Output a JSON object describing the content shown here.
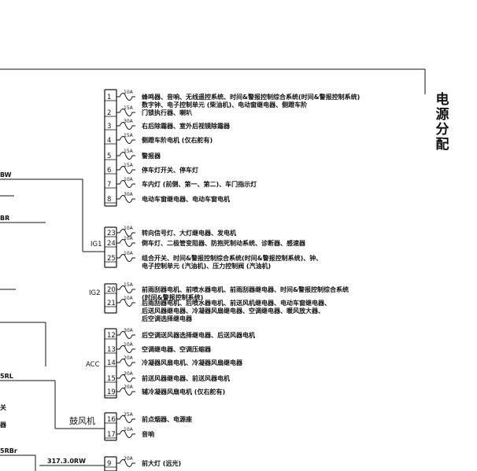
{
  "title": "电源分配",
  "left_edge_labels": [
    "BW",
    "BR",
    "5RL",
    "关",
    "器",
    "5RBr"
  ],
  "bottom_wire_label": "317.3.0RW",
  "groups": [
    {
      "label": "",
      "fuses": [
        {
          "num": "1",
          "amp": "10A",
          "lines": [
            "蜂鸣器、音响、无线遥控系统、时间&警报控制综合系统(时间&警报控制系统)",
            "数字钟、电子控制单元 (柴油机)、电动窗继电器、侧蹬车阶"
          ]
        },
        {
          "num": "2",
          "amp": "15A",
          "lines": [
            "门锁执行器、喇叭"
          ]
        },
        {
          "num": "3",
          "amp": "30A",
          "lines": [
            "右后除霜器、室外后视镜除霜器"
          ]
        },
        {
          "num": "4",
          "amp": "15A",
          "lines": [
            "侧蹬车阶电机 (仅右舵有)"
          ]
        },
        {
          "num": "5",
          "amp": "15A",
          "lines": [
            "警报器"
          ]
        },
        {
          "num": "6",
          "amp": "15A",
          "lines": [
            "停车灯开关、停车灯"
          ]
        },
        {
          "num": "7",
          "amp": "10A",
          "lines": [
            "车内灯 (前侧、第一、第二)、车门指示灯"
          ]
        },
        {
          "num": "8",
          "amp": "30A",
          "lines": [
            "电动车窗继电器、电动车窗电机"
          ]
        }
      ]
    },
    {
      "label": "IG1",
      "fuses": [
        {
          "num": "23",
          "amp": "10A",
          "lines": [
            "转向信号灯、大灯继电器、发电机"
          ]
        },
        {
          "num": "24",
          "amp": "10A",
          "lines": [
            "倒车灯、二极管变阻器、防抱死制动系统、诊断器、感速器"
          ]
        },
        {
          "num": "25",
          "amp": "10A",
          "lines": [
            "组合开关、时间&警报控制综合系统(时间&警报控制系统)、钟、",
            "电子控制单元 (汽油机)、压力控制阀 (汽油机)"
          ]
        }
      ]
    },
    {
      "label": "IG2",
      "fuses": [
        {
          "num": "20",
          "amp": "15A",
          "lines": [
            "前雨刮器电机、前喷水器电机、前雨刮器继电器、时间&警报控制综合系统",
            "(时间&警报控制系统)"
          ]
        },
        {
          "num": "21",
          "amp": "10A",
          "lines": [
            "后雨刮器电机、后喷水器电机、前送风机继电器、电动车窗继电器、",
            "后送风器继电器、冷凝器风扇继电器、空调继电器、暖风放大器、",
            "后空调选择继电器"
          ]
        }
      ]
    },
    {
      "label": "ACC",
      "fuses": [
        {
          "num": "12",
          "amp": "30A",
          "lines": [
            "后空调送风器选择继电器、后送风器电机"
          ]
        },
        {
          "num": "13",
          "amp": "10A",
          "lines": [
            "空调继电器、空调压缩器"
          ]
        },
        {
          "num": "14",
          "amp": "20A",
          "lines": [
            "冷凝器风扇电机、冷凝器风扇继电器"
          ]
        },
        {
          "num": "15",
          "amp": "20A",
          "lines": [
            "前送风器继电器、前送风器电机"
          ]
        },
        {
          "num": "19",
          "amp": "20A",
          "lines": [
            "辅冷凝器风扇电机 (仅右舵有)"
          ]
        }
      ]
    },
    {
      "label": "鼓风机",
      "fuses": [
        {
          "num": "16",
          "amp": "25A",
          "lines": [
            "前点烟器、电源座"
          ]
        },
        {
          "num": "17",
          "amp": "10A",
          "lines": [
            "音响"
          ]
        }
      ]
    },
    {
      "label": "",
      "fuses": [
        {
          "num": "9",
          "amp": "20A",
          "lines": [
            "前大灯 (远光)"
          ]
        }
      ]
    }
  ]
}
